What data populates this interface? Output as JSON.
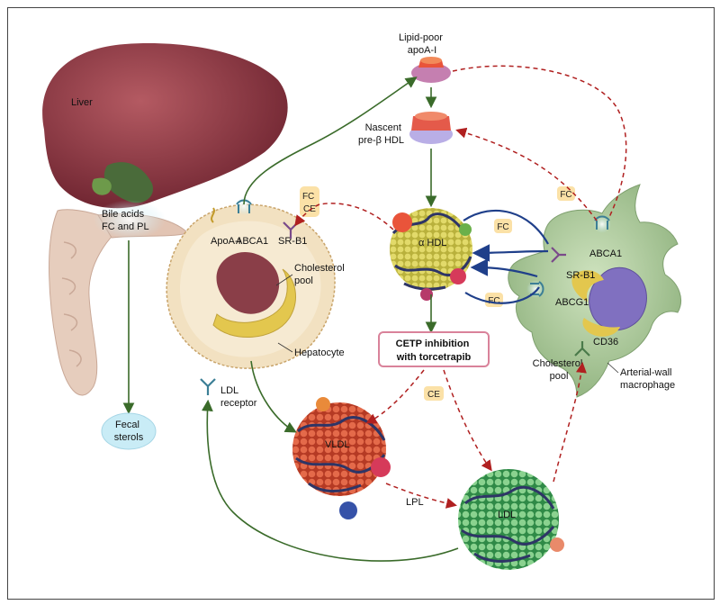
{
  "labels": {
    "liver": "Liver",
    "bile": "Bile acids\nFC and PL",
    "fecal": "Fecal\nsterols",
    "lipid_poor": "Lipid-poor\napoA-I",
    "nascent": "Nascent\npre-β HDL",
    "alpha_hdl": "α HDL",
    "apoa1": "ApoA-I",
    "abca1_hep": "ABCA1",
    "srb1_hep": "SR-B1",
    "fc_ce": "FC\nCE",
    "chol_pool_hep": "Cholesterol\npool",
    "hepatocyte": "Hepatocyte",
    "ldl_receptor": "LDL\nreceptor",
    "cetp": "CETP inhibition\nwith torcetrapib",
    "ce": "CE",
    "vldl": "VLDL",
    "lpl": "LPL",
    "ldl": "LDL",
    "fc_top": "FC",
    "fc_mid1": "FC",
    "fc_mid2": "FC",
    "abca1_mac": "ABCA1",
    "srb1_mac": "SR-B1",
    "abcg1": "ABCG1",
    "cd36": "CD36",
    "chol_pool_mac": "Cholesterol\npool",
    "macrophage": "Arterial-wall\nmacrophage"
  },
  "colors": {
    "arrow_green": "#3a6b2a",
    "arrow_red": "#b02020",
    "arrow_blue": "#1f3f8a",
    "liver": "#8e3b45",
    "hdl": "#c8c04a",
    "vldl": "#d0543a",
    "ldl": "#62b56a",
    "macrophage": "#a9c79a",
    "hepatocyte": "#eed9b4"
  }
}
